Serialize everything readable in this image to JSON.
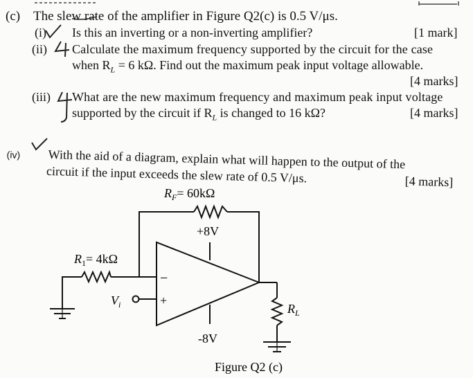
{
  "question": {
    "label": "(c)",
    "stem": "The slew rate of the amplifier in Figure Q2(c) is 0.5 V/μs.",
    "parts": [
      {
        "num": "(i)",
        "text": "Is this an inverting or a non-inverting amplifier?",
        "marks": "[1 mark]"
      },
      {
        "num": "(ii)",
        "line1": "Calculate the maximum frequency supported by the circuit for the case",
        "line2": "when R",
        "line2_sub": "L",
        "line2_rest": " = 6 kΩ. Find out the maximum peak input voltage allowable.",
        "marks": "[4 marks]"
      },
      {
        "num": "(iii)",
        "line1": "What are the new maximum frequency and maximum peak input voltage",
        "line2": "supported by the circuit if R",
        "line2_sub": "L",
        "line2_rest": " is changed to 16 kΩ?",
        "marks": "[4 marks]"
      },
      {
        "num": "(iv)",
        "line1": "With the aid of a diagram, explain what will happen to the output of the",
        "line2": "circuit if the input exceeds the slew rate of 0.5 V/μs.",
        "marks": "[4 marks]"
      }
    ]
  },
  "circuit": {
    "rf_label": "R",
    "rf_sub": "F",
    "rf_value": "= 60kΩ",
    "r1_label": "R",
    "r1_sub": "1",
    "r1_value": "= 4kΩ",
    "vplus": "+8V",
    "vminus": "-8V",
    "vi_label": "V",
    "vi_sub": "i",
    "rl_label": "R",
    "rl_sub": "L",
    "minus_sign": "−",
    "plus_sign": "+",
    "caption": "Figure Q2 (c)"
  }
}
